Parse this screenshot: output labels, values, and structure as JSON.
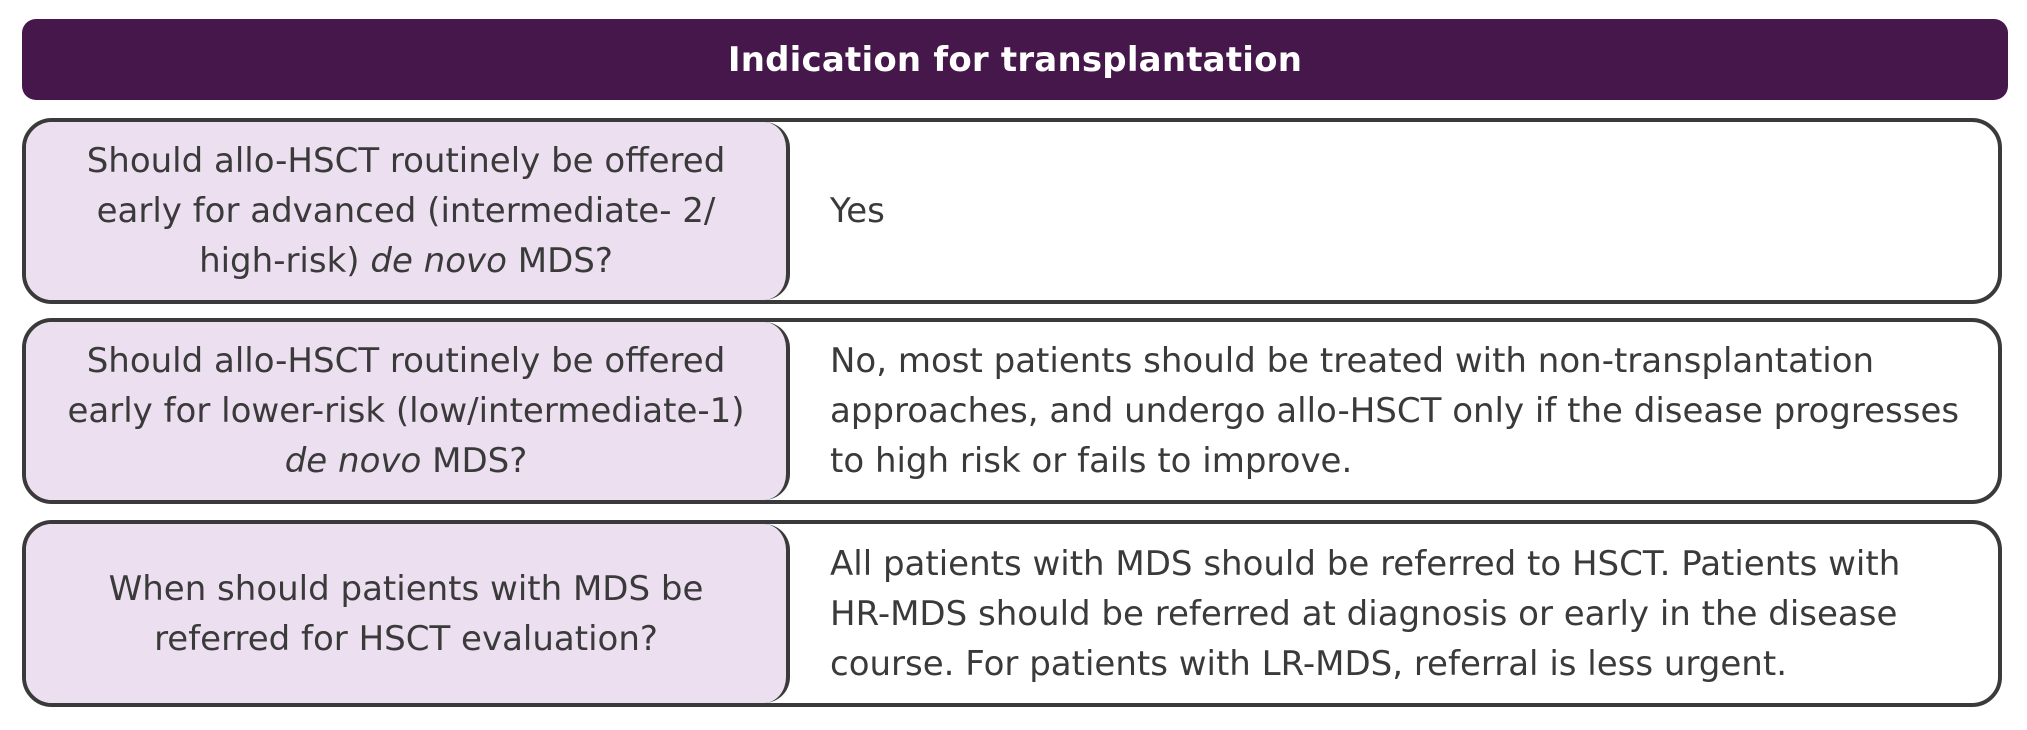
{
  "header": {
    "title": "Indication for transplantation"
  },
  "rows": [
    {
      "question_pre": "Should allo-HSCT routinely be offered\nearly for advanced (intermediate- 2/\nhigh-risk) ",
      "question_italic": "de novo",
      "question_post": " MDS?",
      "answer": "Yes"
    },
    {
      "question_pre": "Should allo-HSCT routinely be offered\nearly for lower-risk (low/intermediate-1)\n",
      "question_italic": "de novo",
      "question_post": " MDS?",
      "answer": "No, most patients should be treated with non-transplantation\napproaches, and undergo allo-HSCT only if the disease progresses\nto high risk or fails to improve."
    },
    {
      "question_pre": "When should patients with MDS be\nreferred for HSCT evaluation?",
      "question_italic": "",
      "question_post": "",
      "answer": "All patients with MDS should be referred to HSCT. Patients with\nHR-MDS should be referred at diagnosis or early in the disease\ncourse. For patients with LR-MDS, referral is less urgent."
    }
  ],
  "colors": {
    "header_bg": "#46174b",
    "question_bg": "#ecdff0",
    "border": "#3a3a3a",
    "text": "#3a3a3a"
  }
}
